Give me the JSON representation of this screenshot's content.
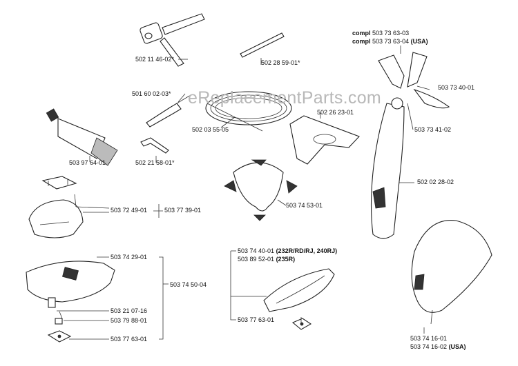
{
  "watermark": "eReplacementParts.com",
  "parts": {
    "p1": "502 11 46-02*",
    "p2": "502 28 59-01*",
    "p3": "501 60 02-03*",
    "p4": "502 03 55-05",
    "p5": "502 26 23-01",
    "p6": "503 97 64-01",
    "p7": "502 21 58-01*",
    "p8": "503 74 53-01",
    "p9": "503 72 49-01",
    "p10": "503 77 39-01",
    "p11": "503 74 29-01",
    "p12": "503 74 50-04",
    "p13": "503 21 07-16",
    "p14": "503 79 88-01",
    "p15": "503 77 63-01",
    "p16_num": "503 74 40-01",
    "p16_note": "(232R/RD/RJ, 240RJ)",
    "p17_num": "503 89 52-01",
    "p17_note": "(235R)",
    "p18": "503 77 63-01",
    "h1_prefix": "compl",
    "h1_num": "503 73 63-03",
    "h2_prefix": "compl",
    "h2_num": "503 73 63-04",
    "h2_note": "(USA)",
    "h3": "503 73 40-01",
    "h4": "503 73 41-02",
    "h5": "502 02 28-02",
    "h6": "503 74 16-01",
    "h7_num": "503 74 16-02",
    "h7_note": "(USA)"
  }
}
